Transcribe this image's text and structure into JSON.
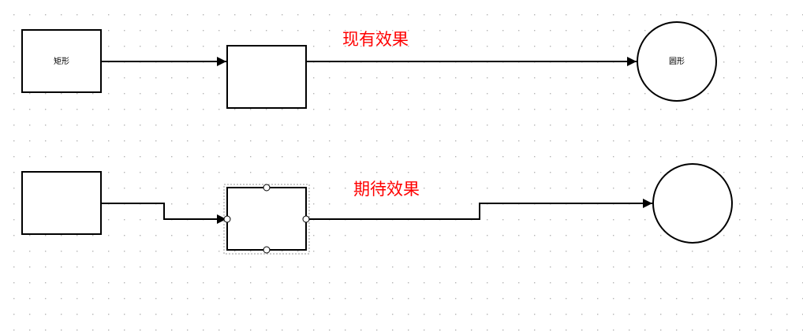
{
  "colors": {
    "background": "#ffffff",
    "grid_dot": "#b4b4b4",
    "stroke": "#000000",
    "caption": "#ff0000",
    "selection": "#9a9a9a"
  },
  "current_effect": {
    "caption": "现有效果",
    "rect_label": "矩形",
    "circle_label": "圆形"
  },
  "expected_effect": {
    "caption": "期待效果"
  }
}
